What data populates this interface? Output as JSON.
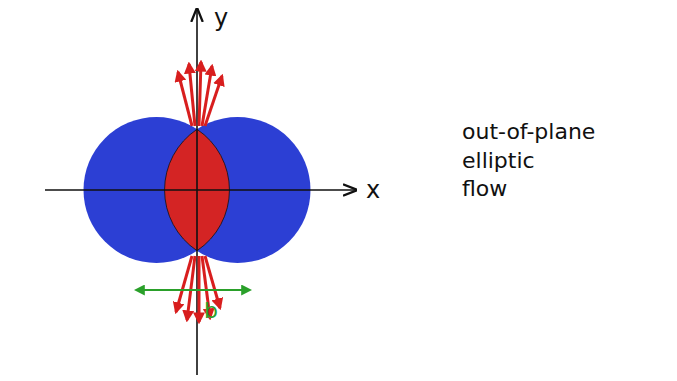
{
  "diagram": {
    "labels": [
      "y",
      "x",
      "b",
      "out-of-plane elliptic flow"
    ]
  }
}
